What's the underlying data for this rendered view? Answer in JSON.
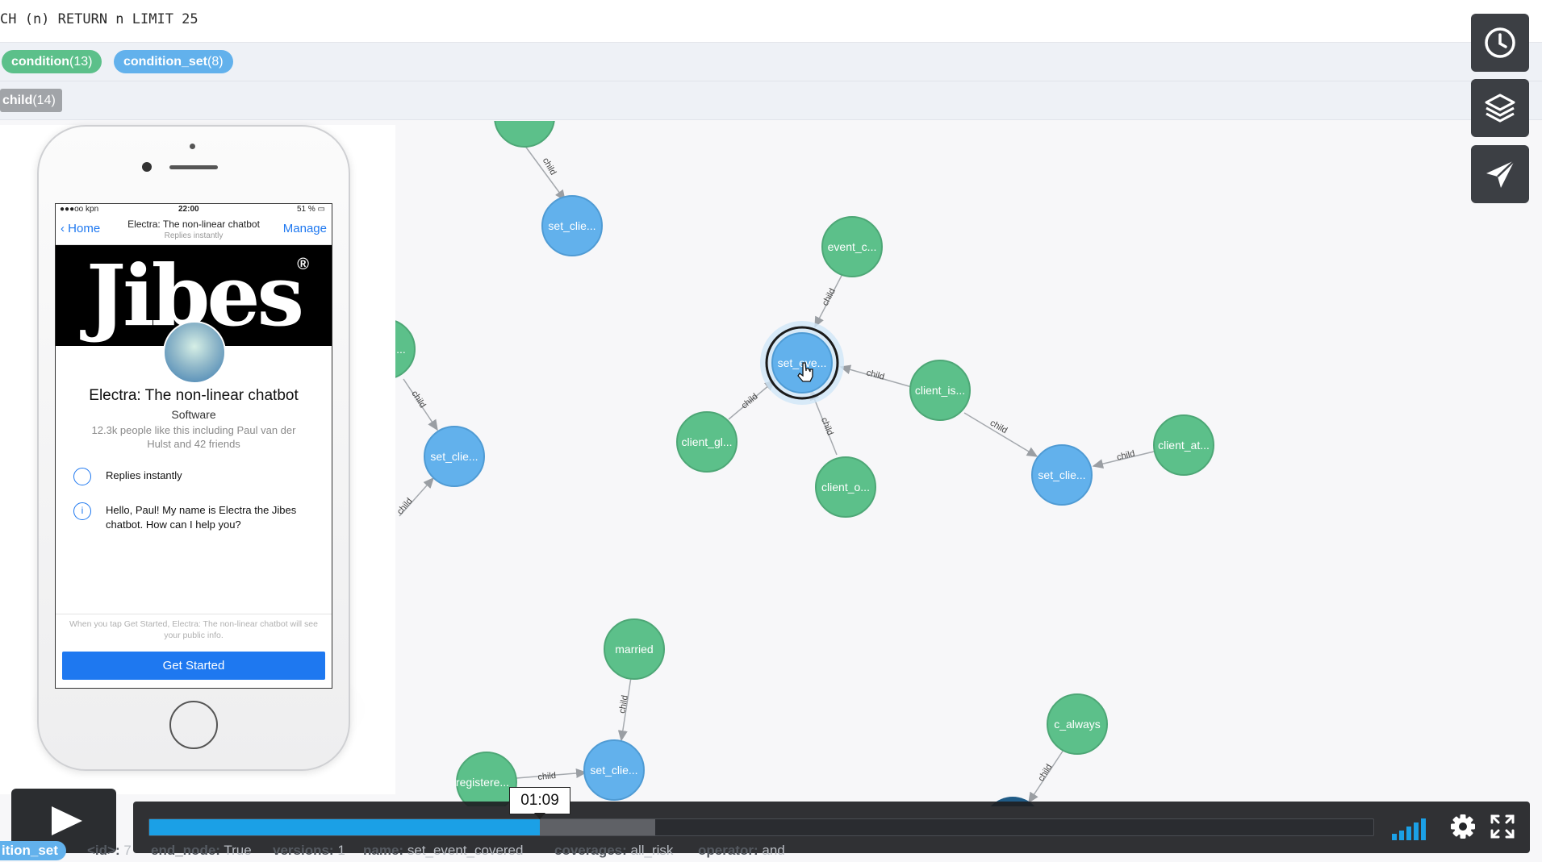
{
  "query": {
    "text": "CH (n) RETURN n LIMIT 25"
  },
  "node_labels": [
    {
      "name": "condition",
      "count": "(13)",
      "color": "#5cc08a"
    },
    {
      "name": "condition_set",
      "count": "(8)",
      "color": "#62b1ec"
    }
  ],
  "rel_types": [
    {
      "name": "child",
      "count": "(14)"
    }
  ],
  "graph": {
    "edge_label": "child",
    "nodes": {
      "n_top_green": "",
      "n_setclie1": "set_clie...",
      "n_event_c": "event_c...",
      "n_set_eve": "set_eve...",
      "n_client_is": "client_is...",
      "n_client_gl": "client_gl...",
      "n_client_o": "client_o...",
      "n_setclie2": "set_clie...",
      "n_client_at": "client_at...",
      "n_left_green": "...",
      "n_setclie3": "set_clie...",
      "n_married": "married",
      "n_setclie4": "set_clie...",
      "n_registere": "registere...",
      "n_c_always": "c_always"
    }
  },
  "phone": {
    "status": {
      "carrier": "●●●oo kpn",
      "time": "22:00",
      "battery": "51 % ▭"
    },
    "nav": {
      "back": "Home",
      "title": "Electra: The non-linear chatbot",
      "subtitle": "Replies instantly",
      "manage": "Manage"
    },
    "banner": {
      "brand": "Jibes",
      "reg": "®"
    },
    "bot": {
      "name": "Electra: The non-linear chatbot",
      "category": "Software",
      "likes": "12.3k people like this including Paul van der Hulst and 42 friends"
    },
    "rows": [
      {
        "icon": "chat-bubble-icon",
        "text": "Replies instantly"
      },
      {
        "icon": "info-icon",
        "text": "Hello, Paul! My name is Electra the Jibes chatbot. How can I help you?"
      }
    ],
    "disclaimer": "When you tap Get Started, Electra: The non-linear chatbot will see your public info.",
    "cta": "Get Started"
  },
  "sidebar": [
    {
      "name": "history-icon"
    },
    {
      "name": "layers-icon"
    },
    {
      "name": "send-icon"
    }
  ],
  "video": {
    "time_tooltip": "01:09",
    "progress_played": 0.319,
    "progress_loaded": 0.413,
    "accent": "#1ba0e6"
  },
  "properties": {
    "label": "ition_set",
    "items": [
      {
        "key": "<id>:",
        "value": "7"
      },
      {
        "key": "end_node:",
        "value": "True"
      },
      {
        "key": "versions:",
        "value": "1"
      },
      {
        "key": "name:",
        "value": "set_event_covered"
      },
      {
        "key": "coverages:",
        "value": "all_risk"
      },
      {
        "key": "operator:",
        "value": "and"
      }
    ]
  }
}
